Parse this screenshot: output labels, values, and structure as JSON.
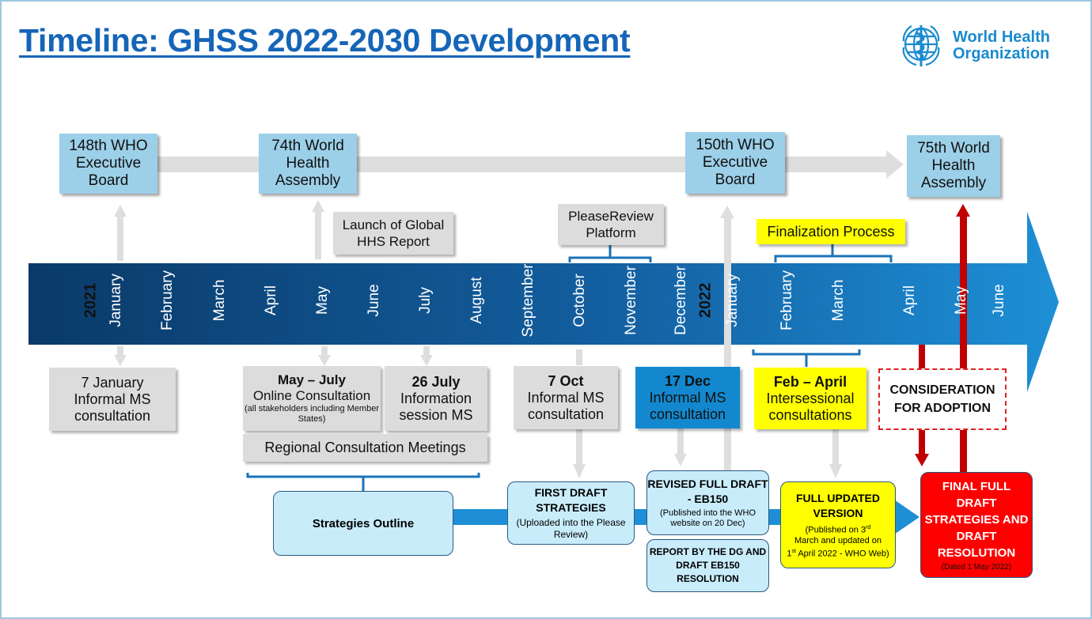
{
  "title": "Timeline: GHSS 2022-2030 Development",
  "logo": {
    "line1": "World Health",
    "line2": "Organization"
  },
  "meetings": [
    {
      "text": "148th WHO Executive Board"
    },
    {
      "text": "74th World Health Assembly"
    },
    {
      "text": "150th WHO Executive Board"
    },
    {
      "text": "75th World Health Assembly"
    }
  ],
  "labels": {
    "launch": "Launch of Global HHS Report",
    "pleasereview": "PleaseReview Platform",
    "finalization": "Finalization Process"
  },
  "timeline": {
    "year_2021": "2021",
    "year_2022": "2022",
    "months": [
      "January",
      "February",
      "March",
      "April",
      "May",
      "June",
      "July",
      "August",
      "September",
      "October",
      "November",
      "December",
      "January",
      "February",
      "March",
      "April",
      "May",
      "June"
    ]
  },
  "events": {
    "jan7": {
      "head": "7 January",
      "body": "Informal MS consultation"
    },
    "mayjul": {
      "head": "May – July",
      "body": "Online Consultation",
      "note": "(all stakeholders including Member States)"
    },
    "jul26": {
      "head": "26 July",
      "body": "Information session MS"
    },
    "regional": "Regional Consultation Meetings",
    "oct7": {
      "head": "7 Oct",
      "body": "Informal MS consultation"
    },
    "dec17": {
      "head": "17 Dec",
      "body": "Informal MS consultation"
    },
    "febapr": {
      "head": "Feb – April",
      "body": "Intersessional consultations"
    },
    "adoption": "CONSIDERATION FOR ADOPTION"
  },
  "outputs": {
    "outline": "Strategies Outline",
    "first_draft": {
      "head": "FIRST DRAFT STRATEGIES",
      "note": "(Uploaded into the Please Review)"
    },
    "revised": {
      "head": "REVISED FULL DRAFT -  EB150",
      "note": "(Published into  the WHO website on 20 Dec)"
    },
    "report": "REPORT BY THE DG AND DRAFT EB150 RESOLUTION",
    "updated": {
      "head": "FULL UPDATED VERSION",
      "note_a": "(Published on 3",
      "note_a_sup": "rd",
      "note_b": "March and updated on",
      "note_c": "1",
      "note_c_sup": "st",
      "note_d": " April 2022 -  WHO Web)"
    },
    "final": {
      "head": "FINAL FULL DRAFT STRATEGIES AND DRAFT RESOLUTION",
      "note": "(Dated 1 May 2022)"
    }
  },
  "colors": {
    "title": "#1565b8",
    "band_dark": "#0a3a68",
    "band_light": "#1e8fd6",
    "meeting_box": "#9ccfe8",
    "grey_box": "#dcdcdc",
    "highlight": "#ffff00",
    "final": "#ff0000",
    "adoption_border": "#e02020"
  }
}
